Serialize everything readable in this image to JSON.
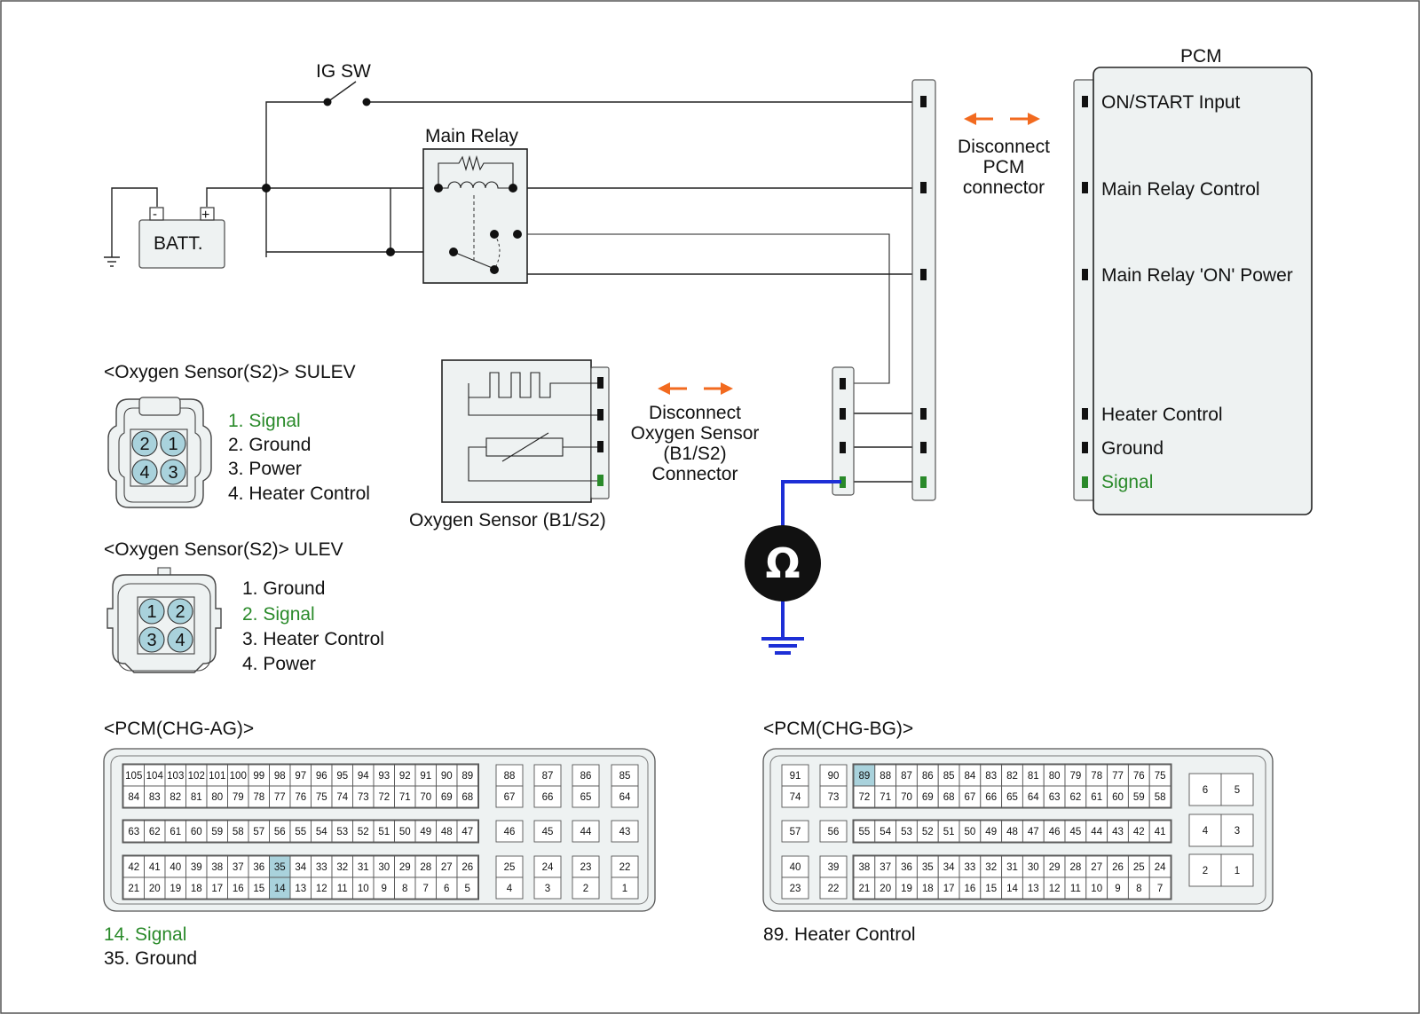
{
  "diagram": {
    "ig_sw_label": "IG SW",
    "main_relay_label": "Main Relay",
    "battery": {
      "label": "BATT.",
      "minus": "-",
      "plus": "+"
    },
    "pcm": {
      "title": "PCM",
      "pins": [
        "ON/START Input",
        "Main Relay Control",
        "Main Relay 'ON' Power",
        "Heater Control",
        "Ground",
        "Signal"
      ]
    },
    "disconnect_pcm": [
      "Disconnect",
      "PCM",
      "connector"
    ],
    "disconnect_o2": [
      "Disconnect",
      "Oxygen Sensor",
      "(B1/S2)",
      "Connector"
    ],
    "oxygen_sensor_label": "Oxygen Sensor (B1/S2)",
    "ohm_symbol": "Ω",
    "sulev": {
      "title": "<Oxygen Sensor(S2)> SULEV",
      "pin_numbers": [
        "2",
        "1",
        "4",
        "3"
      ],
      "items": [
        "1. Signal",
        "2. Ground",
        "3. Power",
        "4. Heater Control"
      ]
    },
    "ulev": {
      "title": "<Oxygen Sensor(S2)> ULEV",
      "pin_numbers": [
        "1",
        "2",
        "3",
        "4"
      ],
      "items": [
        "1. Ground",
        "2. Signal",
        "3. Heater Control",
        "4. Power"
      ]
    },
    "pcm_ag": {
      "title": "<PCM(CHG-AG)>",
      "notes": [
        "14. Signal",
        "35. Ground"
      ],
      "rows": [
        [
          "105",
          "104",
          "103",
          "102",
          "101",
          "100",
          "99",
          "98",
          "97",
          "96",
          "95",
          "94",
          "93",
          "92",
          "91",
          "90",
          "89"
        ],
        [
          "84",
          "83",
          "82",
          "81",
          "80",
          "79",
          "78",
          "77",
          "76",
          "75",
          "74",
          "73",
          "72",
          "71",
          "70",
          "69",
          "68"
        ],
        [
          "63",
          "62",
          "61",
          "60",
          "59",
          "58",
          "57",
          "56",
          "55",
          "54",
          "53",
          "52",
          "51",
          "50",
          "49",
          "48",
          "47"
        ],
        [
          "42",
          "41",
          "40",
          "39",
          "38",
          "37",
          "36",
          "35",
          "34",
          "33",
          "32",
          "31",
          "30",
          "29",
          "28",
          "27",
          "26"
        ],
        [
          "21",
          "20",
          "19",
          "18",
          "17",
          "16",
          "15",
          "14",
          "13",
          "12",
          "11",
          "10",
          "9",
          "8",
          "7",
          "6",
          "5"
        ]
      ],
      "singles": [
        [
          "88",
          "87",
          "86",
          "85"
        ],
        [
          "67",
          "66",
          "65",
          "64"
        ],
        [
          "46",
          "45",
          "44",
          "43"
        ],
        [
          "25",
          "24",
          "23",
          "22"
        ],
        [
          "4",
          "3",
          "2",
          "1"
        ]
      ],
      "highlighted": [
        "35",
        "14"
      ]
    },
    "pcm_bg": {
      "title": "<PCM(CHG-BG)>",
      "notes": [
        "89. Heater Control"
      ],
      "left": [
        [
          "91",
          "90"
        ],
        [
          "74",
          "73"
        ],
        [
          "57",
          "56"
        ],
        [
          "40",
          "39"
        ],
        [
          "23",
          "22"
        ]
      ],
      "rows": [
        [
          "89",
          "88",
          "87",
          "86",
          "85",
          "84",
          "83",
          "82",
          "81",
          "80",
          "79",
          "78",
          "77",
          "76",
          "75"
        ],
        [
          "72",
          "71",
          "70",
          "69",
          "68",
          "67",
          "66",
          "65",
          "64",
          "63",
          "62",
          "61",
          "60",
          "59",
          "58"
        ],
        [
          "55",
          "54",
          "53",
          "52",
          "51",
          "50",
          "49",
          "48",
          "47",
          "46",
          "45",
          "44",
          "43",
          "42",
          "41"
        ],
        [
          "38",
          "37",
          "36",
          "35",
          "34",
          "33",
          "32",
          "31",
          "30",
          "29",
          "28",
          "27",
          "26",
          "25",
          "24"
        ],
        [
          "21",
          "20",
          "19",
          "18",
          "17",
          "16",
          "15",
          "14",
          "13",
          "12",
          "11",
          "10",
          "9",
          "8",
          "7"
        ]
      ],
      "right": [
        [
          "6",
          "5"
        ],
        [
          "4",
          "3"
        ],
        [
          "2",
          "1"
        ]
      ],
      "highlighted": [
        "89"
      ]
    },
    "colors": {
      "signal_green": "#2a8a2a",
      "probe_blue": "#1d2fd6",
      "arrow_orange": "#f26a1f",
      "pin_highlight": "#a9d2dc"
    }
  }
}
